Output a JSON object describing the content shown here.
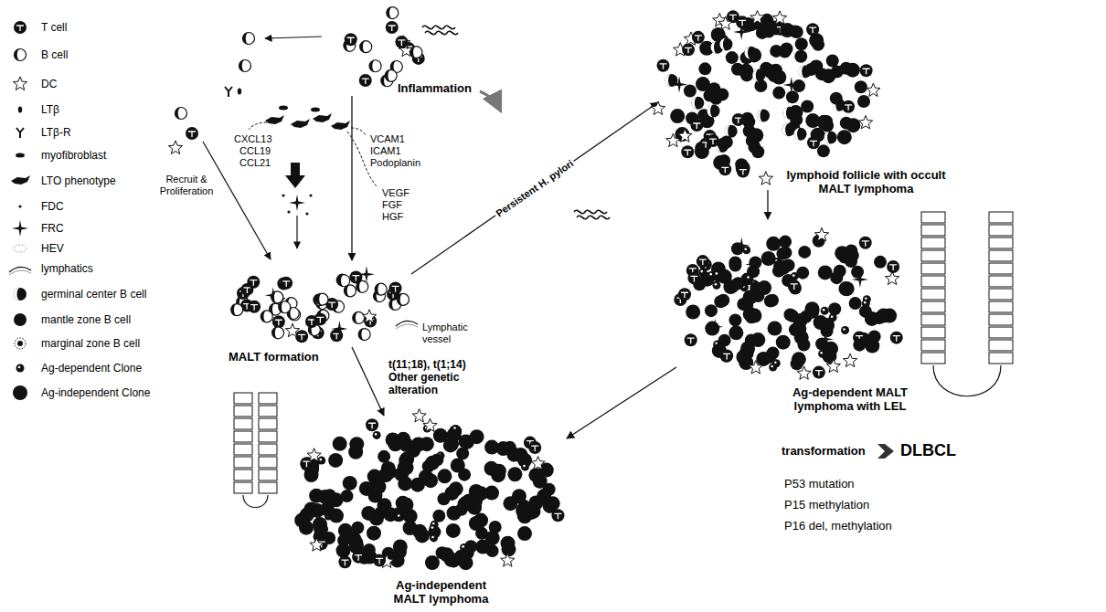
{
  "diagram": {
    "nodes": [
      {
        "text": [
          "Inflammation"
        ]
      },
      {
        "text": [
          "MALT formation"
        ]
      },
      {
        "text": [
          "lymphoid follicle with occult MALT lymphoma"
        ]
      },
      {
        "text": [
          "Ag-dependent MALT lymphoma with LEL"
        ]
      },
      {
        "text": [
          "Ag-independent MALT lymphoma"
        ]
      }
    ],
    "edges": [
      {
        "from": 0,
        "to": 1,
        "arrow": "to"
      },
      {
        "from": 1,
        "to": 2,
        "arrow": "to",
        "label": "Persistent H. pylori"
      },
      {
        "from": 2,
        "to": 3,
        "arrow": "to"
      },
      {
        "from": 1,
        "to": 4,
        "arrow": "to"
      },
      {
        "from": 3,
        "to": 4,
        "arrow": "to"
      }
    ],
    "labels": [
      "CXCL13",
      "CCL19",
      "CCL21",
      "VCAM1",
      "ICAM1",
      "Podoplanin",
      "VEGF",
      "FGF",
      "HGF",
      "Recruit & Proliferation",
      "Lymphatic vessel",
      "t(11;18), t(1;14) Other genetic alteration",
      "transformation",
      "DLBCL",
      "P53 mutation",
      "P15 methylation",
      "P16 del, methylation"
    ],
    "legend": [
      {
        "text": "T cell"
      },
      {
        "text": "B cell"
      },
      {
        "text": "DC"
      },
      {
        "text": "LTβ"
      },
      {
        "text": "LTβ-R"
      },
      {
        "text": "myofibroblast"
      },
      {
        "text": "LTO phenotype"
      },
      {
        "text": "FDC"
      },
      {
        "text": "FRC"
      },
      {
        "text": "HEV"
      },
      {
        "text": "lymphatics"
      },
      {
        "text": "germinal center B cell"
      },
      {
        "text": "mantle zone B cell"
      },
      {
        "text": "marginal zone B cell"
      },
      {
        "text": "Ag-dependent Clone"
      },
      {
        "text": "Ag-independent Clone"
      }
    ]
  }
}
